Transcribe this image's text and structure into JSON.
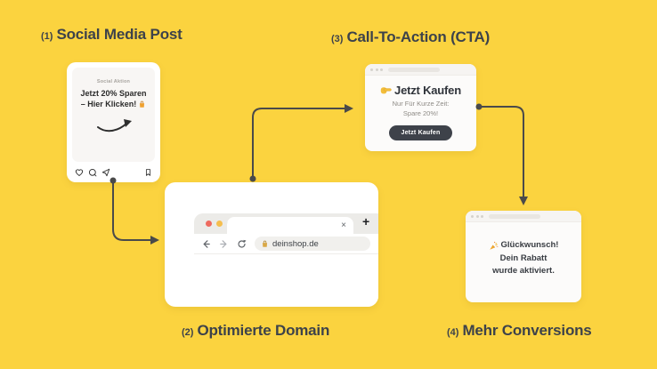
{
  "colors": {
    "background": "#FBD33F",
    "title_text": "#3D424A",
    "connector": "#4A4A4A",
    "cta_button_bg": "#3E424A",
    "traffic_red": "#EE6A5F",
    "traffic_yellow": "#F5BE4E",
    "traffic_green": "#62C554"
  },
  "steps": [
    {
      "number": "(1)",
      "label": "Social Media Post"
    },
    {
      "number": "(2)",
      "label": "Optimierte Domain"
    },
    {
      "number": "(3)",
      "label": "Call-To-Action (CTA)"
    },
    {
      "number": "(4)",
      "label": "Mehr Conversions"
    }
  ],
  "social_post": {
    "header": "Social Aktion",
    "line1": "Jetzt 20% Sparen",
    "line2": "– Hier Klicken!",
    "line2_icon": "shopping-bag-icon",
    "footer_icons": [
      "heart-icon",
      "comment-icon",
      "share-icon",
      "bookmark-icon"
    ]
  },
  "browser": {
    "close_tab": "×",
    "new_tab": "+",
    "url": "deinshop.de",
    "url_icon": "shopping-bag-icon"
  },
  "cta": {
    "title": "Jetzt Kaufen",
    "title_icon": "pointing-hand-icon",
    "subtitle_line1": "Nur Für Kurze Zeit:",
    "subtitle_line2": "Spare 20%!",
    "button_label": "Jetzt Kaufen"
  },
  "conversion": {
    "line1": "Glückwunsch!",
    "line1_icon": "party-popper-icon",
    "line2": "Dein Rabatt",
    "line3": "wurde aktiviert."
  }
}
